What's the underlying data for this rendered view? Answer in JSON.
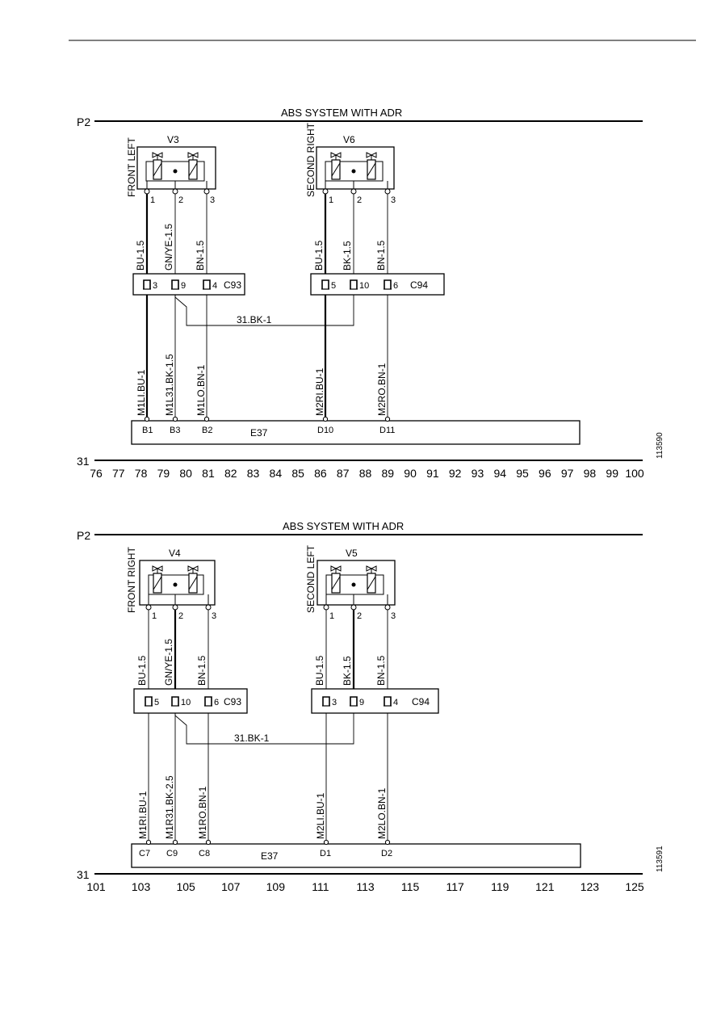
{
  "diagrams": [
    {
      "title": "ABS SYSTEM WITH ADR",
      "top_rail": "P2",
      "bottom_rail": "31",
      "ref_number": "113590",
      "ecu": {
        "name": "E37"
      },
      "valves": [
        {
          "name": "V3",
          "position_label": "FRONT LEFT",
          "pins": [
            "1",
            "2",
            "3"
          ]
        },
        {
          "name": "V6",
          "position_label": "SECOND RIGHT",
          "pins": [
            "1",
            "2",
            "3"
          ]
        }
      ],
      "connectors": [
        {
          "name": "C93",
          "pins": [
            "3",
            "9",
            "4"
          ]
        },
        {
          "name": "C94",
          "pins": [
            "5",
            "10",
            "6"
          ]
        }
      ],
      "upper_wires": [
        "BU-1.5",
        "GN/YE-1.5",
        "BN-1.5",
        "BU-1.5",
        "BK-1.5",
        "BN-1.5"
      ],
      "lower_wires": [
        "M1LI.BU-1",
        "M1L31.BK-1.5",
        "M1LO.BN-1",
        "M2RI.BU-1",
        "M2RO.BN-1"
      ],
      "ecu_pins": [
        "B1",
        "B3",
        "B2",
        "D10",
        "D11"
      ],
      "cross_wire": "31.BK-1",
      "columns": [
        "76",
        "77",
        "78",
        "79",
        "80",
        "81",
        "82",
        "83",
        "84",
        "85",
        "86",
        "87",
        "88",
        "89",
        "90",
        "91",
        "92",
        "93",
        "94",
        "95",
        "96",
        "97",
        "98",
        "99",
        "100"
      ]
    },
    {
      "title": "ABS SYSTEM WITH ADR",
      "top_rail": "P2",
      "bottom_rail": "31",
      "ref_number": "113591",
      "ecu": {
        "name": "E37"
      },
      "valves": [
        {
          "name": "V4",
          "position_label": "FRONT RIGHT",
          "pins": [
            "1",
            "2",
            "3"
          ]
        },
        {
          "name": "V5",
          "position_label": "SECOND LEFT",
          "pins": [
            "1",
            "2",
            "3"
          ]
        }
      ],
      "connectors": [
        {
          "name": "C93",
          "pins": [
            "5",
            "10",
            "6"
          ]
        },
        {
          "name": "C94",
          "pins": [
            "3",
            "9",
            "4"
          ]
        }
      ],
      "upper_wires": [
        "BU-1.5",
        "GN/YE-1.5",
        "BN-1.5",
        "BU-1.5",
        "BK-1.5",
        "BN-1.5"
      ],
      "lower_wires": [
        "M1RI.BU-1",
        "M1R31.BK-2.5",
        "M1RO.BN-1",
        "M2LI.BU-1",
        "M2LO.BN-1"
      ],
      "ecu_pins": [
        "C7",
        "C9",
        "C8",
        "D1",
        "D2"
      ],
      "cross_wire": "31.BK-1",
      "columns": [
        "101",
        "103",
        "105",
        "107",
        "109",
        "111",
        "113",
        "115",
        "117",
        "119",
        "121",
        "123",
        "125"
      ]
    }
  ]
}
